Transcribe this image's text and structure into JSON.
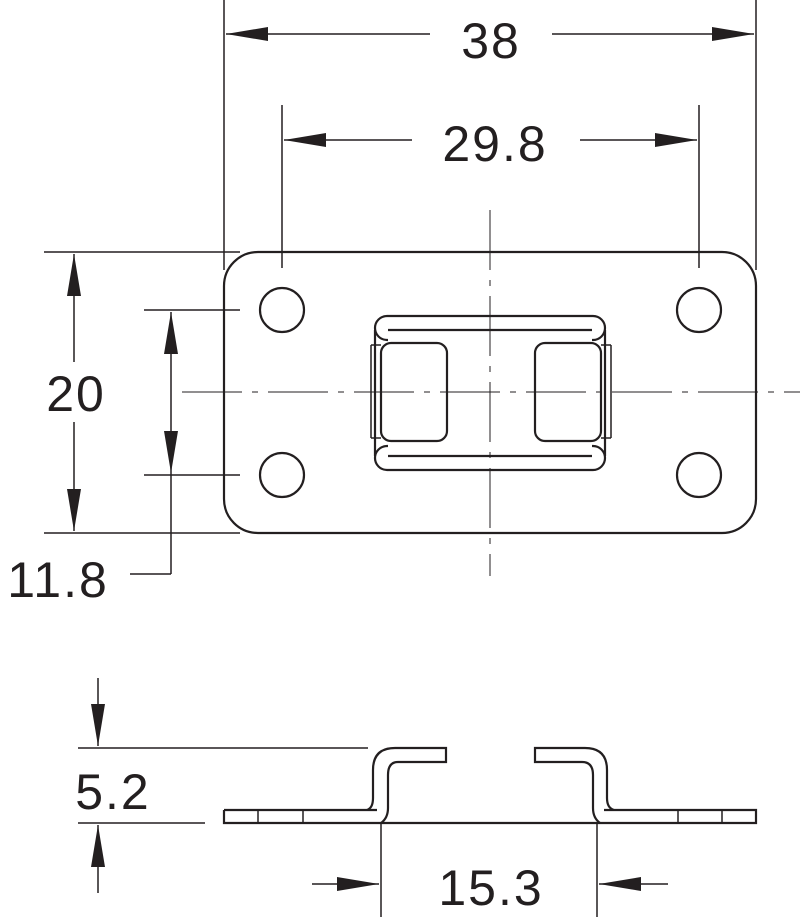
{
  "dimensions": {
    "overall_width": "38",
    "hole_spacing_x": "29.8",
    "overall_height": "20",
    "hole_spacing_y": "11.8",
    "height": "5.2",
    "inner_width": "15.3"
  },
  "colors": {
    "line": "#231f20",
    "background": "#ffffff"
  }
}
